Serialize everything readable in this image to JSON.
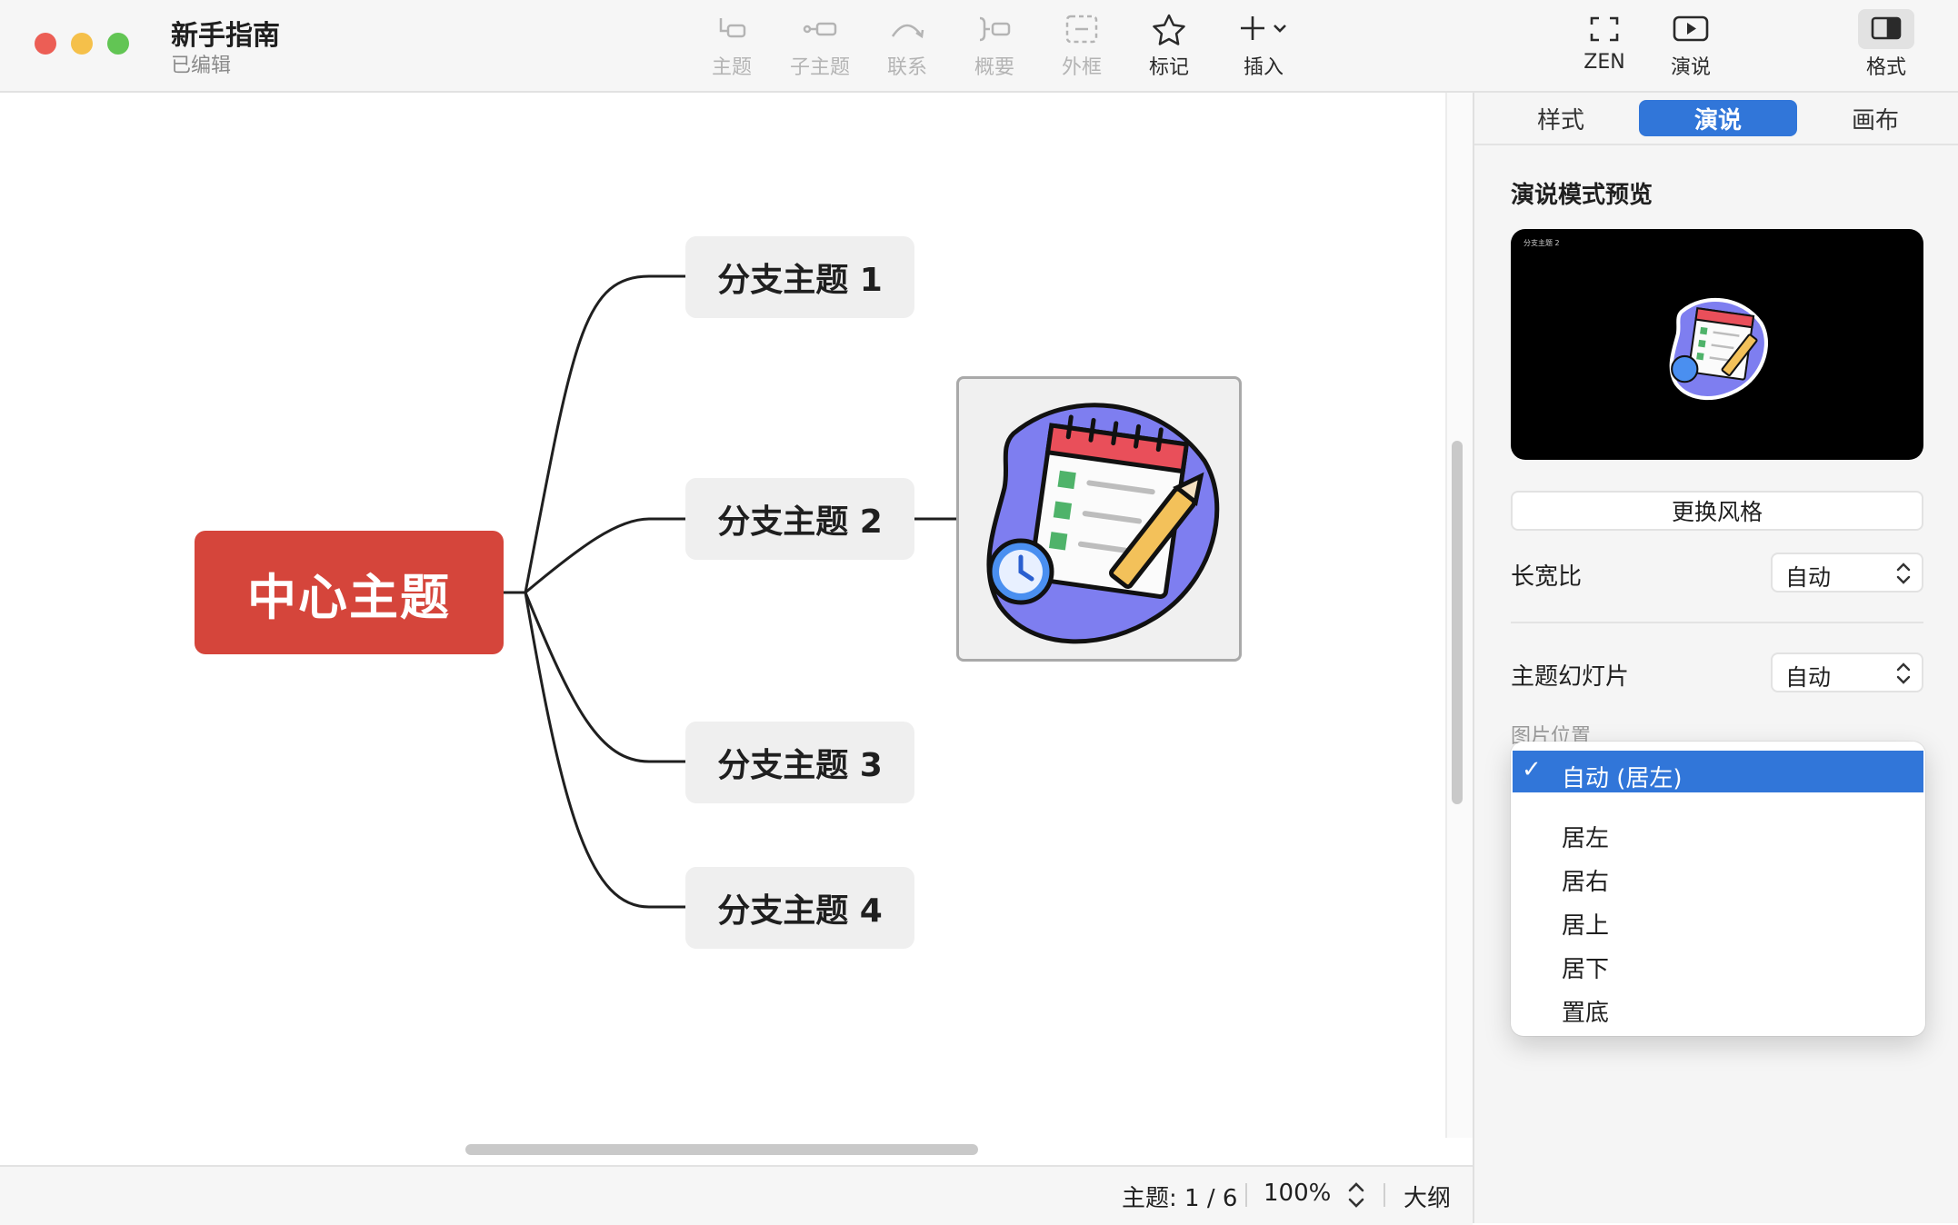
{
  "window": {
    "title": "新手指南",
    "subtitle": "已编辑"
  },
  "toolbar": {
    "topic": "主题",
    "subtopic": "子主题",
    "relation": "联系",
    "summary": "概要",
    "boundary": "外框",
    "marker": "标记",
    "insert": "插入",
    "zen": "ZEN",
    "pitch": "演说",
    "format": "格式"
  },
  "mindmap": {
    "central": "中心主题",
    "branches": [
      "分支主题 1",
      "分支主题 2",
      "分支主题 3",
      "分支主题 4"
    ],
    "central_color": "#d5453b"
  },
  "statusbar": {
    "topics": "主题: 1 / 6",
    "zoom": "100%",
    "outline": "大纲"
  },
  "panel": {
    "tabs": [
      "样式",
      "演说",
      "画布"
    ],
    "active_tab": "演说",
    "preview_heading": "演说模式预览",
    "preview_mini_label": "分支主题 2",
    "change_style": "更换风格",
    "aspect_label": "长宽比",
    "aspect_value": "自动",
    "slides_label": "主题幻灯片",
    "slides_value": "自动",
    "image_position_label": "图片位置"
  },
  "dropdown": {
    "selected": "自动 (居左)",
    "options": [
      "居左",
      "居右",
      "居上",
      "居下",
      "置底"
    ],
    "accent": "#3176d9"
  }
}
